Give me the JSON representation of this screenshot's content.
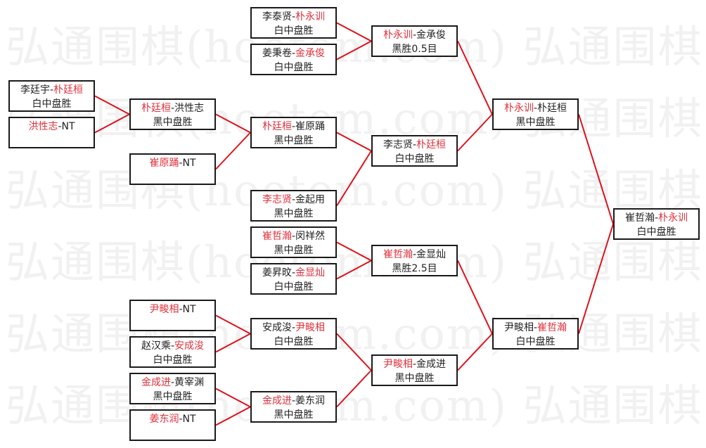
{
  "watermark": {
    "text": "弘通围棋(hoetom.com)",
    "lines": [
      "弘通围棋(hoetom.com) 弘通围棋(ho",
      "弘通围棋(hoetom.com) 弘通围棋(ho",
      "弘通围棋(hoetom.com) 弘通围棋(ho",
      "弘通围棋(hoetom.com) 弘通围棋(ho",
      "弘通围棋(hoetom.com) 弘通围棋(ho",
      "弘通围棋(hoetom.com) 弘通围棋(ho"
    ]
  },
  "colors": {
    "winner": "#e0303a",
    "line": "#e0101a",
    "border": "#1a1a1a"
  },
  "matches": [
    {
      "id": "r1a",
      "p1": "李廷宇",
      "p2": "朴廷桓",
      "winner": 2,
      "result": "白中盘胜"
    },
    {
      "id": "r1b",
      "p1": "洪性志",
      "p2": "NT",
      "winner": 1,
      "result": ""
    },
    {
      "id": "r2a",
      "p1": "朴廷桓",
      "p2": "洪性志",
      "winner": 1,
      "result": "黑中盘胜"
    },
    {
      "id": "r2b",
      "p1": "崔原踊",
      "p2": "NT",
      "winner": 1,
      "result": ""
    },
    {
      "id": "r2c",
      "p1": "尹畯相",
      "p2": "NT",
      "winner": 1,
      "result": ""
    },
    {
      "id": "r2d",
      "p1": "赵汉乘",
      "p2": "安成浚",
      "winner": 2,
      "result": "白中盘胜"
    },
    {
      "id": "r2e",
      "p1": "金成进",
      "p2": "黄宰渊",
      "winner": 1,
      "result": "黑中盘胜"
    },
    {
      "id": "r2f",
      "p1": "姜东润",
      "p2": "NT",
      "winner": 1,
      "result": ""
    },
    {
      "id": "r3a",
      "p1": "李泰贤",
      "p2": "朴永训",
      "winner": 2,
      "result": "白中盘胜"
    },
    {
      "id": "r3b",
      "p1": "姜秉卷",
      "p2": "金承俊",
      "winner": 2,
      "result": "白中盘胜"
    },
    {
      "id": "r3c",
      "p1": "朴廷桓",
      "p2": "崔原踊",
      "winner": 1,
      "result": "黑中盘胜"
    },
    {
      "id": "r3d",
      "p1": "李志贤",
      "p2": "金起用",
      "winner": 1,
      "result": "黑中盘胜"
    },
    {
      "id": "r3e",
      "p1": "崔哲瀚",
      "p2": "闵祥然",
      "winner": 1,
      "result": "黑中盘胜"
    },
    {
      "id": "r3f",
      "p1": "姜昇旼",
      "p2": "金显灿",
      "winner": 2,
      "result": "白中盘胜"
    },
    {
      "id": "r3g",
      "p1": "安成浚",
      "p2": "尹畯相",
      "winner": 2,
      "result": "白中盘胜"
    },
    {
      "id": "r3h",
      "p1": "金成进",
      "p2": "姜东润",
      "winner": 1,
      "result": "黑中盘胜"
    },
    {
      "id": "r4a",
      "p1": "朴永训",
      "p2": "金承俊",
      "winner": 1,
      "result": "黑胜0.5目"
    },
    {
      "id": "r4b",
      "p1": "李志贤",
      "p2": "朴廷桓",
      "winner": 2,
      "result": "白中盘胜"
    },
    {
      "id": "r4c",
      "p1": "崔哲瀚",
      "p2": "金显灿",
      "winner": 1,
      "result": "黑胜2.5目"
    },
    {
      "id": "r4d",
      "p1": "尹畯相",
      "p2": "金成进",
      "winner": 1,
      "result": "黑中盘胜"
    },
    {
      "id": "r5a",
      "p1": "朴永训",
      "p2": "朴廷桓",
      "winner": 1,
      "result": "黑中盘胜"
    },
    {
      "id": "r5b",
      "p1": "尹畯相",
      "p2": "崔哲瀚",
      "winner": 2,
      "result": "白中盘胜"
    },
    {
      "id": "final",
      "p1": "崔哲瀚",
      "p2": "朴永训",
      "winner": 2,
      "result": "白中盘胜"
    }
  ],
  "links": [
    [
      "r1a",
      "r2a"
    ],
    [
      "r1b",
      "r2a"
    ],
    [
      "r2a",
      "r3c"
    ],
    [
      "r2b",
      "r3c"
    ],
    [
      "r2c",
      "r3g"
    ],
    [
      "r2d",
      "r3g"
    ],
    [
      "r2e",
      "r3h"
    ],
    [
      "r2f",
      "r3h"
    ],
    [
      "r3a",
      "r4a"
    ],
    [
      "r3b",
      "r4a"
    ],
    [
      "r3c",
      "r4b"
    ],
    [
      "r3d",
      "r4b"
    ],
    [
      "r3e",
      "r4c"
    ],
    [
      "r3f",
      "r4c"
    ],
    [
      "r3g",
      "r4d"
    ],
    [
      "r3h",
      "r4d"
    ],
    [
      "r4a",
      "r5a"
    ],
    [
      "r4b",
      "r5a"
    ],
    [
      "r4c",
      "r5b"
    ],
    [
      "r4d",
      "r5b"
    ],
    [
      "r5a",
      "final"
    ],
    [
      "r5b",
      "final"
    ]
  ]
}
